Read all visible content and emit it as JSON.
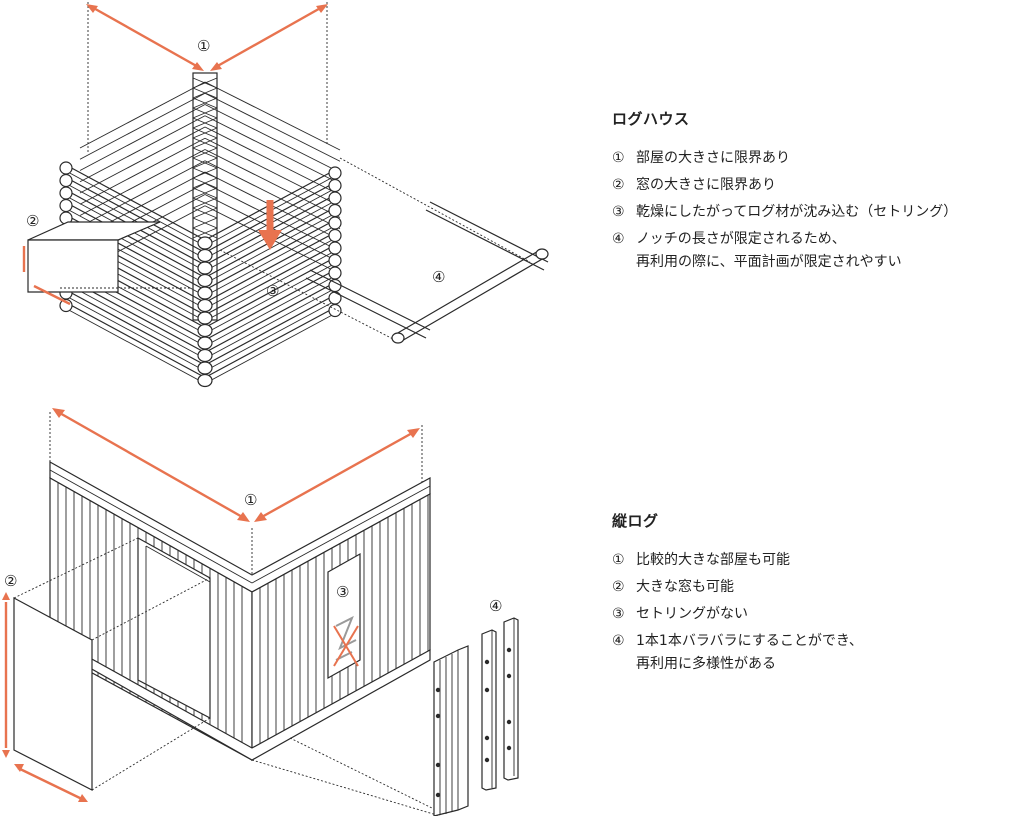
{
  "accent_color": "#e8734f",
  "diagram_top": {
    "markers": [
      "①",
      "②",
      "③",
      "④"
    ]
  },
  "diagram_bottom": {
    "markers": [
      "①",
      "②",
      "③",
      "④"
    ]
  },
  "legend_top": {
    "title": "ログハウス",
    "items": [
      {
        "marker": "①",
        "text": "部屋の大きさに限界あり"
      },
      {
        "marker": "②",
        "text": "窓の大きさに限界あり"
      },
      {
        "marker": "③",
        "text": "乾燥にしたがってログ材が沈み込む（セトリング）"
      },
      {
        "marker": "④",
        "text": "ノッチの長さが限定されるため、",
        "cont": "再利用の際に、平面計画が限定されやすい"
      }
    ]
  },
  "legend_bottom": {
    "title": "縦ログ",
    "items": [
      {
        "marker": "①",
        "text": "比較的大きな部屋も可能"
      },
      {
        "marker": "②",
        "text": "大きな窓も可能"
      },
      {
        "marker": "③",
        "text": "セトリングがない"
      },
      {
        "marker": "④",
        "text": "1本1本バラバラにすることができ、",
        "cont": "再利用に多様性がある"
      }
    ]
  }
}
